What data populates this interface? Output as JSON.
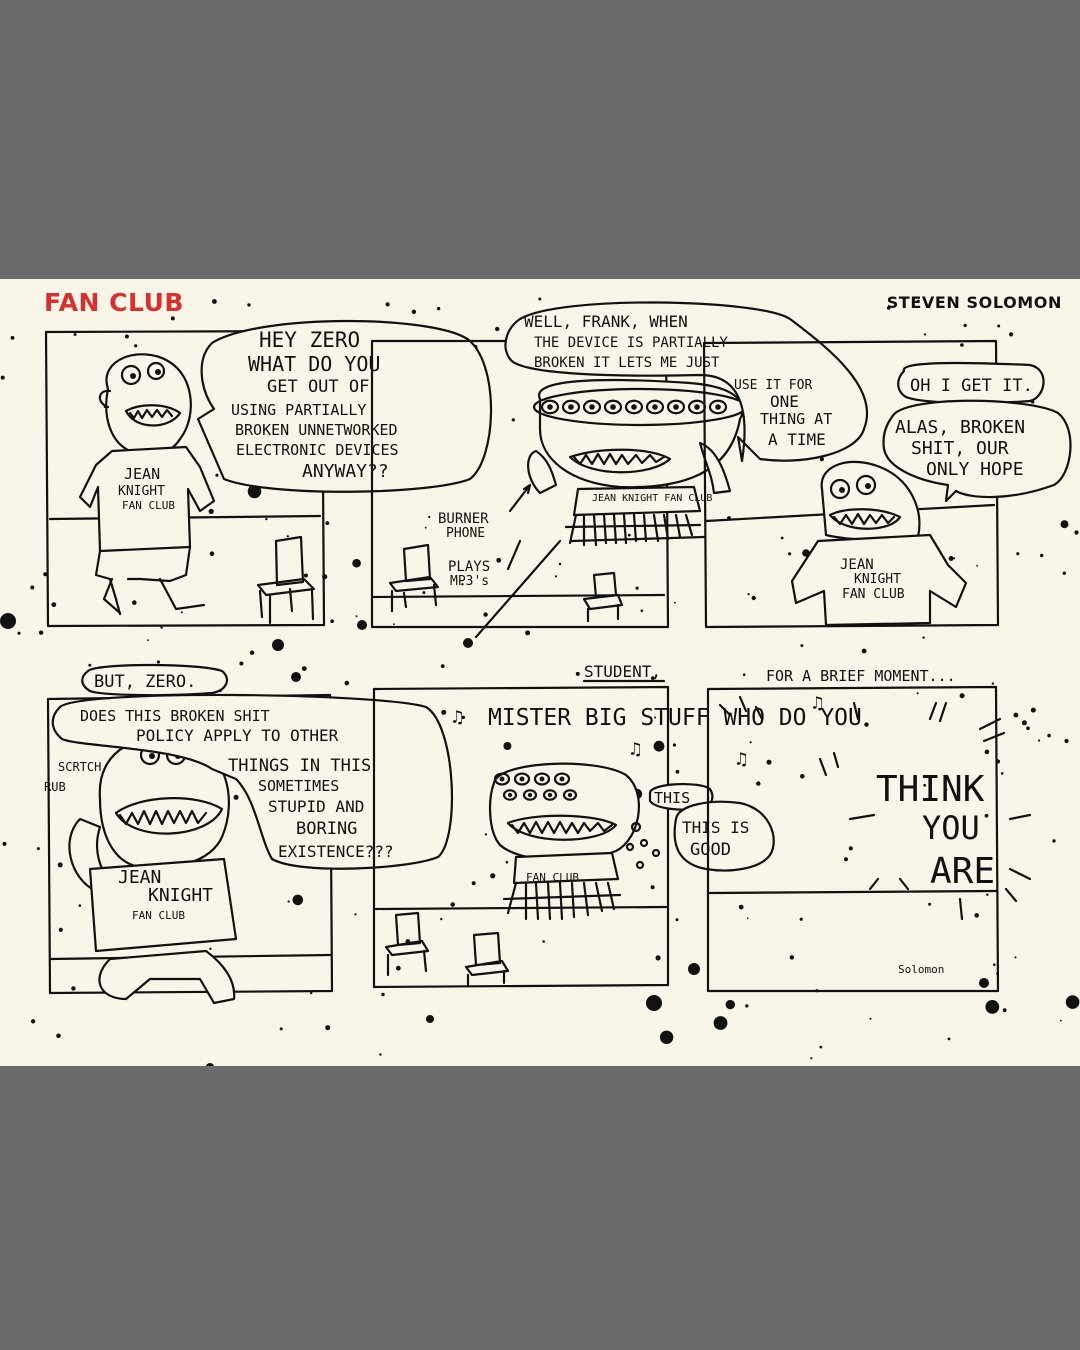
{
  "header": {
    "title": "FAN CLUB",
    "author": "STEVEN SOLOMON"
  },
  "panels": [
    {
      "speech": [
        "HEY ZERO",
        "WHAT DO YOU",
        "GET OUT OF",
        "USING PARTIALLY",
        "BROKEN UNNETWORKED",
        "ELECTRONIC DEVICES",
        "ANYWAY??"
      ],
      "shirt": [
        "JEAN",
        "KNIGHT",
        "FAN CLUB"
      ]
    },
    {
      "speech": [
        "WELL, FRANK, WHEN",
        "THE DEVICE IS PARTIALLY",
        "BROKEN IT LETS ME JUST",
        "USE IT FOR",
        "ONE",
        "THING AT",
        "A TIME"
      ],
      "label_phone": [
        "BURNER",
        "PHONE"
      ],
      "label_mp3": [
        "PLAYS",
        "MP3's"
      ],
      "shirt": "JEAN KNIGHT FAN CLUB"
    },
    {
      "speech_top": "OH I GET IT.",
      "speech": [
        "ALAS, BROKEN",
        "SHIT, OUR",
        "ONLY HOPE"
      ],
      "shirt": [
        "JEAN",
        "KNIGHT",
        "FAN CLUB"
      ]
    },
    {
      "speech_top": "BUT, ZERO.",
      "speech": [
        "DOES THIS BROKEN SHIT",
        "POLICY APPLY TO OTHER",
        "THINGS IN THIS",
        "SOMETIMES",
        "STUPID AND",
        "BORING",
        "EXISTENCE???"
      ],
      "sfx": [
        "SCRTCH",
        "RUB"
      ],
      "shirt": [
        "JEAN",
        "KNIGHT",
        "FAN CLUB"
      ]
    },
    {
      "caption": "STUDENT,",
      "lyric": "MISTER BIG STUFF WHO DO YOU",
      "thought": [
        "THIS",
        "THIS IS",
        "GOOD"
      ],
      "shirt": "FAN CLUB"
    },
    {
      "caption": "FOR A BRIEF MOMENT...",
      "lyric": [
        "THINK",
        "YOU",
        "ARE"
      ],
      "signature": "Solomon"
    }
  ],
  "colors": {
    "background": "#6a6a6a",
    "paper": "#f9f5e8",
    "ink": "#111111",
    "title": "#d7312e"
  }
}
